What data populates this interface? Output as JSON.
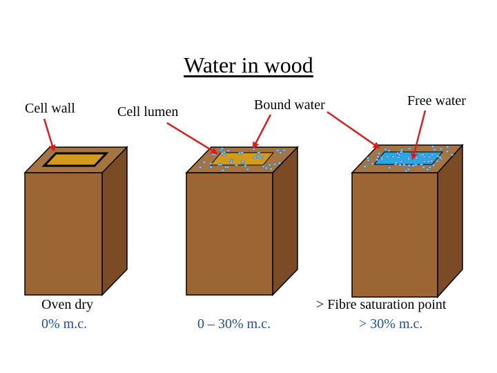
{
  "title": "Water in wood",
  "labels": {
    "cell_wall": "Cell wall",
    "cell_lumen": "Cell lumen",
    "bound_water": "Bound water",
    "free_water": "Free water"
  },
  "captions": {
    "block1_line1": "Oven dry",
    "block1_line2": "0% m.c.",
    "block2_line1": "0 – 30% m.c.",
    "block3_line1": "> Fibre saturation point",
    "block3_line2": "> 30% m.c."
  },
  "colors": {
    "wood_front": "#9c6534",
    "wood_top": "#a5743f",
    "wood_side": "#7a4b25",
    "lumen_dry": "#d49a1a",
    "lumen_water": "#29a8e6",
    "bound_water_dots": "#3b7fc4",
    "arrow": "#e01b1b",
    "caption_blue": "#1a4f9f"
  }
}
